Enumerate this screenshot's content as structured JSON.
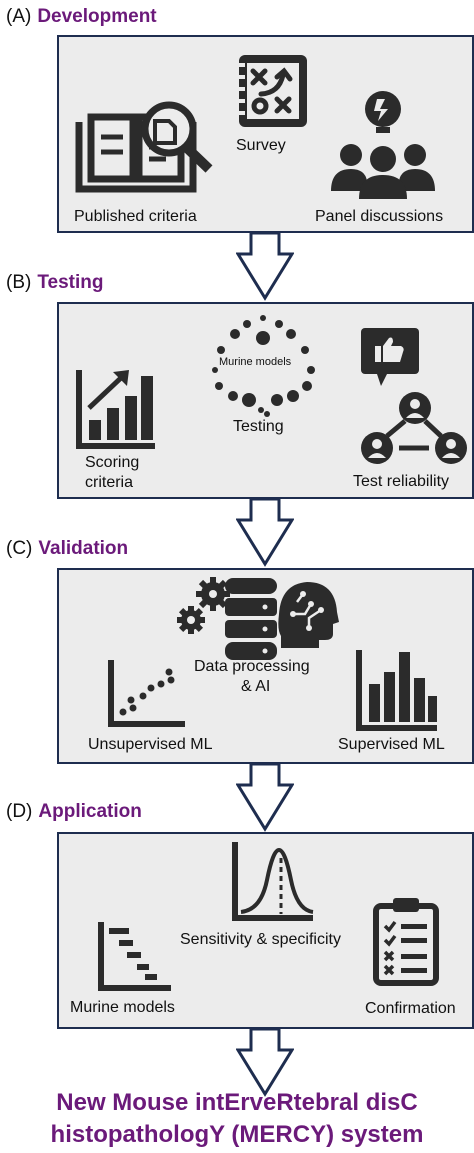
{
  "sections": [
    {
      "letter": "(A)",
      "title": "Development",
      "labels": {
        "published": "Published criteria",
        "survey": "Survey",
        "panel": "Panel discussions"
      }
    },
    {
      "letter": "(B)",
      "title": "Testing",
      "labels": {
        "scoring1": "Scoring",
        "scoring2": "criteria",
        "murine": "Murine models",
        "testing": "Testing",
        "reliability": "Test reliability"
      }
    },
    {
      "letter": "(C)",
      "title": "Validation",
      "labels": {
        "data1": "Data processing",
        "data2": "& AI",
        "unsupervised": "Unsupervised ML",
        "supervised": "Supervised ML"
      }
    },
    {
      "letter": "(D)",
      "title": "Application",
      "labels": {
        "sensitivity": "Sensitivity & specificity",
        "murine": "Murine models",
        "confirmation": "Confirmation"
      }
    }
  ],
  "final": {
    "line1": "New Mouse intErveRtebral disC",
    "line2": "histopathologY (MERCY) system"
  },
  "colors": {
    "accent": "#6b1a7a",
    "border": "#1e2d4f",
    "panel": "#ececec",
    "icon": "#2b2b2b"
  }
}
